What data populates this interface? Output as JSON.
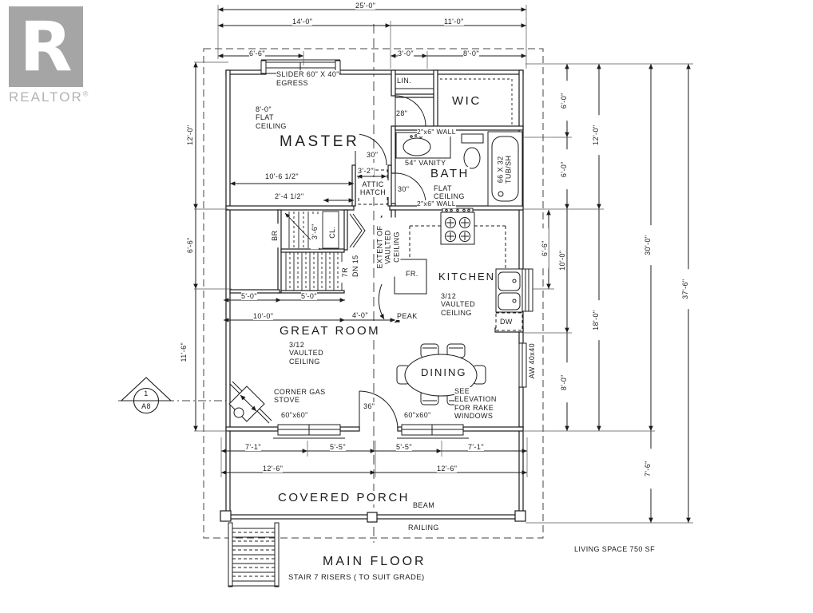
{
  "colors": {
    "ink": "#1c1c1c",
    "logo_gray": "#a5a5a5",
    "logo_text_gray": "#b3b3b3"
  },
  "logo": {
    "letter": "R",
    "name": "REALTOR",
    "reg": "®"
  },
  "dims": {
    "top_total": "25'-0\"",
    "top_left": "14'-0\"",
    "top_right": "11'-0\"",
    "top_a": "6'-6\"",
    "top_b": "3'-0\"",
    "top_c": "8'-0\"",
    "left_a": "12'-0\"",
    "left_b": "6'-6\"",
    "left_c": "11'-6\"",
    "right_a": "6'-0\"",
    "right_b": "6'-0\"",
    "right_c": "10'-0\"",
    "right_d": "8'-0\"",
    "right_e": "12'-0\"",
    "right_f": "18'-0\"",
    "right_g": "30'-0\"",
    "right_h": "7'-6\"",
    "right_i": "37'-6\"",
    "right_j": "6'-6\"",
    "bottom_a": "7'-1\"",
    "bottom_b": "5'-5\"",
    "bottom_c": "5'-5\"",
    "bottom_d": "7'-1\"",
    "bottom_e": "12'-6\"",
    "bottom_f": "12'-6\"",
    "master_w": "10'-6 1/2\"",
    "master_o": "2'-4 1/2\"",
    "nook": "3'-2\"",
    "stair": "3'-6\"",
    "gr_a": "5'-0\"",
    "gr_b": "5'-0\"",
    "gr_c": "10'-0\"",
    "gr_d": "4'-0\""
  },
  "rooms": {
    "master": "MASTER",
    "wic": "WIC",
    "bath": "BATH",
    "kitchen": "KITCHEN",
    "great_room": "GREAT ROOM",
    "dining": "DINING",
    "porch": "COVERED PORCH",
    "lin": "LIN.",
    "cl": "CL.",
    "br": "BR",
    "fr": "FR.",
    "dw": "DW"
  },
  "notes": {
    "slider": "SLIDER 60\" X 40\"",
    "egress": "EGRESS",
    "master_ceiling": "8'-0\"\nFLAT\nCEILING",
    "attic": "ATTIC\nHATCH",
    "wall_wic": "2\"x6\" WALL",
    "wall_bath": "2\"x6\" WALL",
    "vanity": "54\" VANITY",
    "tub": "66 X 32\nTUB/SH",
    "bath_ceiling": "FLAT\nCEILING",
    "kitchen_ceiling": "3/12\nVAULTED\nCEILING",
    "great_ceiling": "3/12\nVAULTED\nCEILING",
    "extent": "EXTENT OF\nVAULTED\nCEILING",
    "riser": "7R",
    "down": "DN 15",
    "peak": "PEAK",
    "corner_stove": "CORNER GAS\nSTOVE",
    "rake": "SEE\nELEVATION\nFOR RAKE\nWINDOWS",
    "aw": "AW 40x40",
    "win_l": "60\"x60\"",
    "win_r": "60\"x60\"",
    "door_wic": "28\"",
    "door_master": "30\"",
    "door_bath": "30\"",
    "door_patio": "36\"",
    "beam": "BEAM",
    "railing": "RAILING"
  },
  "footer": {
    "main_floor": "MAIN  FLOOR",
    "stair_note": "STAIR 7 RISERS ( TO SUIT GRADE)",
    "living_space": "LIVING  SPACE    750  SF"
  },
  "marker": {
    "num": "1",
    "sheet": "A8"
  }
}
